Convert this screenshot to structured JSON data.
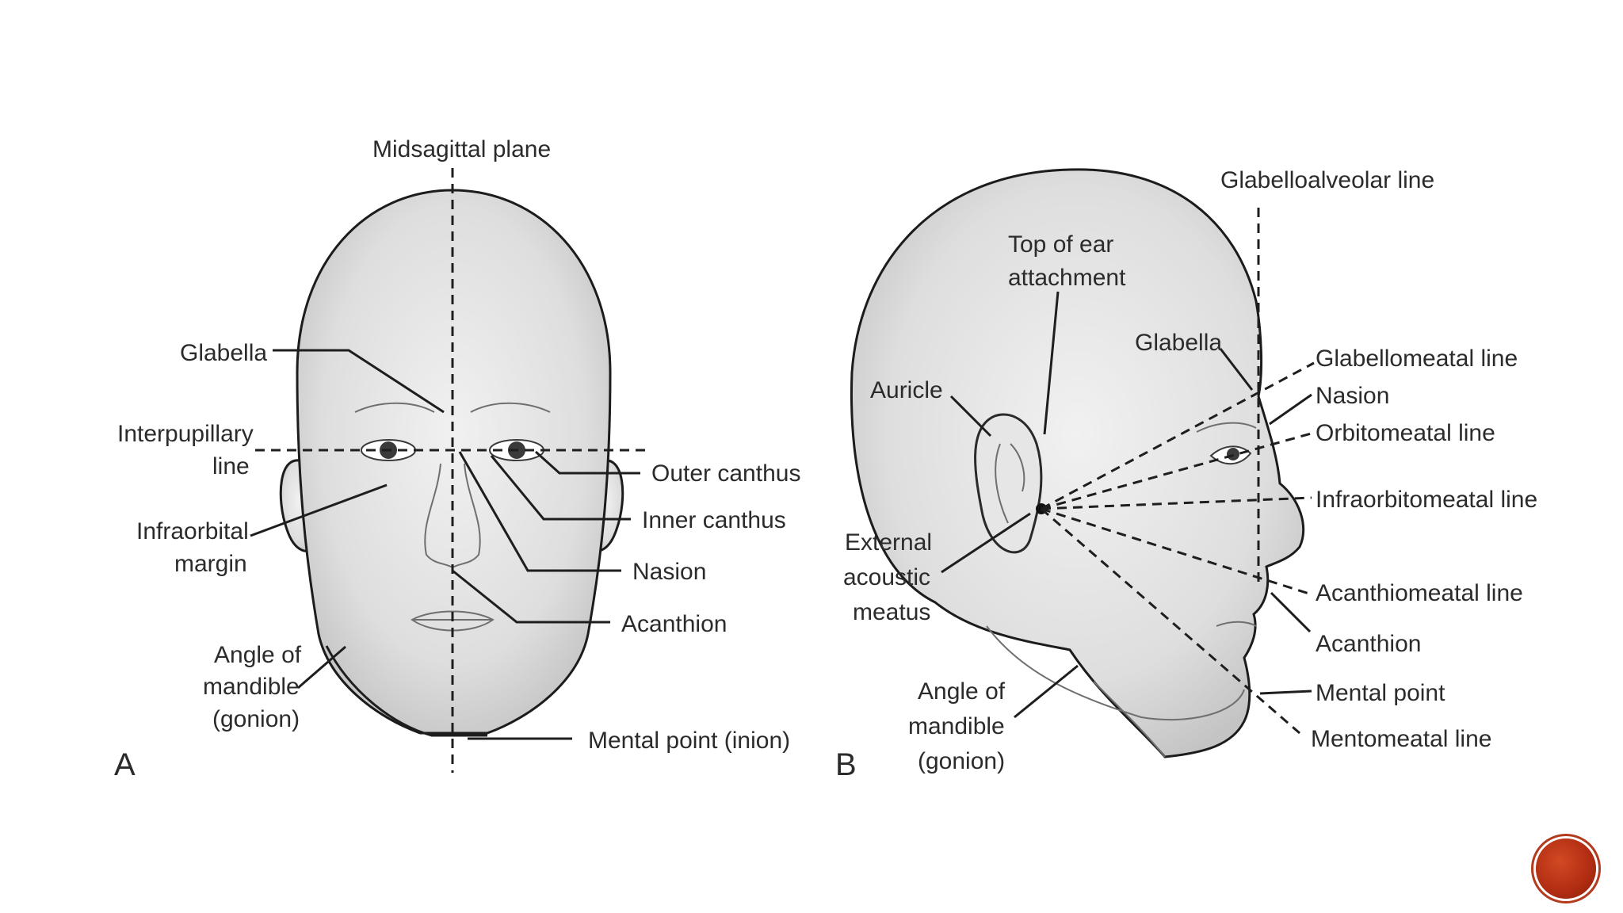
{
  "colors": {
    "background": "#ffffff",
    "line": "#1e1e1e",
    "label": "#2b2b2b",
    "nav_button": "#b02c12"
  },
  "icons": {
    "nav_button": "red-circle-button-icon"
  },
  "panel_a": {
    "letter": "A",
    "labels": {
      "midsagittal": "Midsagittal plane",
      "glabella": "Glabella",
      "interpupillary_1": "Interpupillary",
      "interpupillary_2": "line",
      "infraorbital_1": "Infraorbital",
      "infraorbital_2": "margin",
      "angle_1": "Angle of",
      "angle_2": "mandible",
      "angle_3": "(gonion)",
      "outer_canthus": "Outer canthus",
      "inner_canthus": "Inner canthus",
      "nasion": "Nasion",
      "acanthion": "Acanthion",
      "mental_point": "Mental point (inion)"
    }
  },
  "panel_b": {
    "letter": "B",
    "labels": {
      "glabelloalveolar": "Glabelloalveolar line",
      "top_ear_1": "Top of ear",
      "top_ear_2": "attachment",
      "glabella": "Glabella",
      "auricle": "Auricle",
      "external_1": "External",
      "external_2": "acoustic",
      "external_3": "meatus",
      "angle_1": "Angle of",
      "angle_2": "mandible",
      "angle_3": "(gonion)",
      "glabellomeatal": "Glabellomeatal line",
      "nasion": "Nasion",
      "orbitomeatal": "Orbitomeatal line",
      "infraorbitomeatal": "Infraorbitomeatal line",
      "acanthiomeatal": "Acanthiomeatal line",
      "acanthion": "Acanthion",
      "mental_point": "Mental point",
      "mentomeatal": "Mentomeatal line"
    }
  }
}
